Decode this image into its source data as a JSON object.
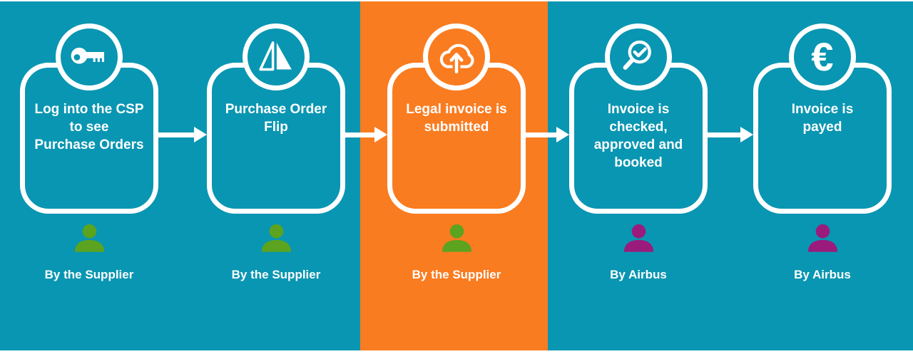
{
  "colors": {
    "teal": "#0996B2",
    "orange": "#FA7C20",
    "supplier_green": "#5CA31F",
    "airbus_purple": "#9A1B7C",
    "text_white": "#FFFFFF"
  },
  "steps": [
    {
      "title": "Log into the CSP\nto see\nPurchase Orders",
      "actor": "By the Supplier",
      "icon": "key-icon",
      "bg": "#0996B2",
      "person_color": "#5CA31F",
      "highlighted": false
    },
    {
      "title": "Purchase Order\nFlip",
      "actor": "By the Supplier",
      "icon": "flip-icon",
      "bg": "#0996B2",
      "person_color": "#5CA31F",
      "highlighted": false
    },
    {
      "title": "Legal invoice is\nsubmitted",
      "actor": "By the Supplier",
      "icon": "cloud-upload-icon",
      "bg": "#FA7C20",
      "person_color": "#5CA31F",
      "highlighted": true
    },
    {
      "title": "Invoice is\nchecked,\napproved and\nbooked",
      "actor": "By Airbus",
      "icon": "magnifier-check-icon",
      "bg": "#0996B2",
      "person_color": "#9A1B7C",
      "highlighted": false
    },
    {
      "title": "Invoice is\npayed",
      "actor": "By Airbus",
      "icon": "euro-icon",
      "euro_glyph": "€",
      "bg": "#0996B2",
      "person_color": "#9A1B7C",
      "highlighted": false
    }
  ]
}
